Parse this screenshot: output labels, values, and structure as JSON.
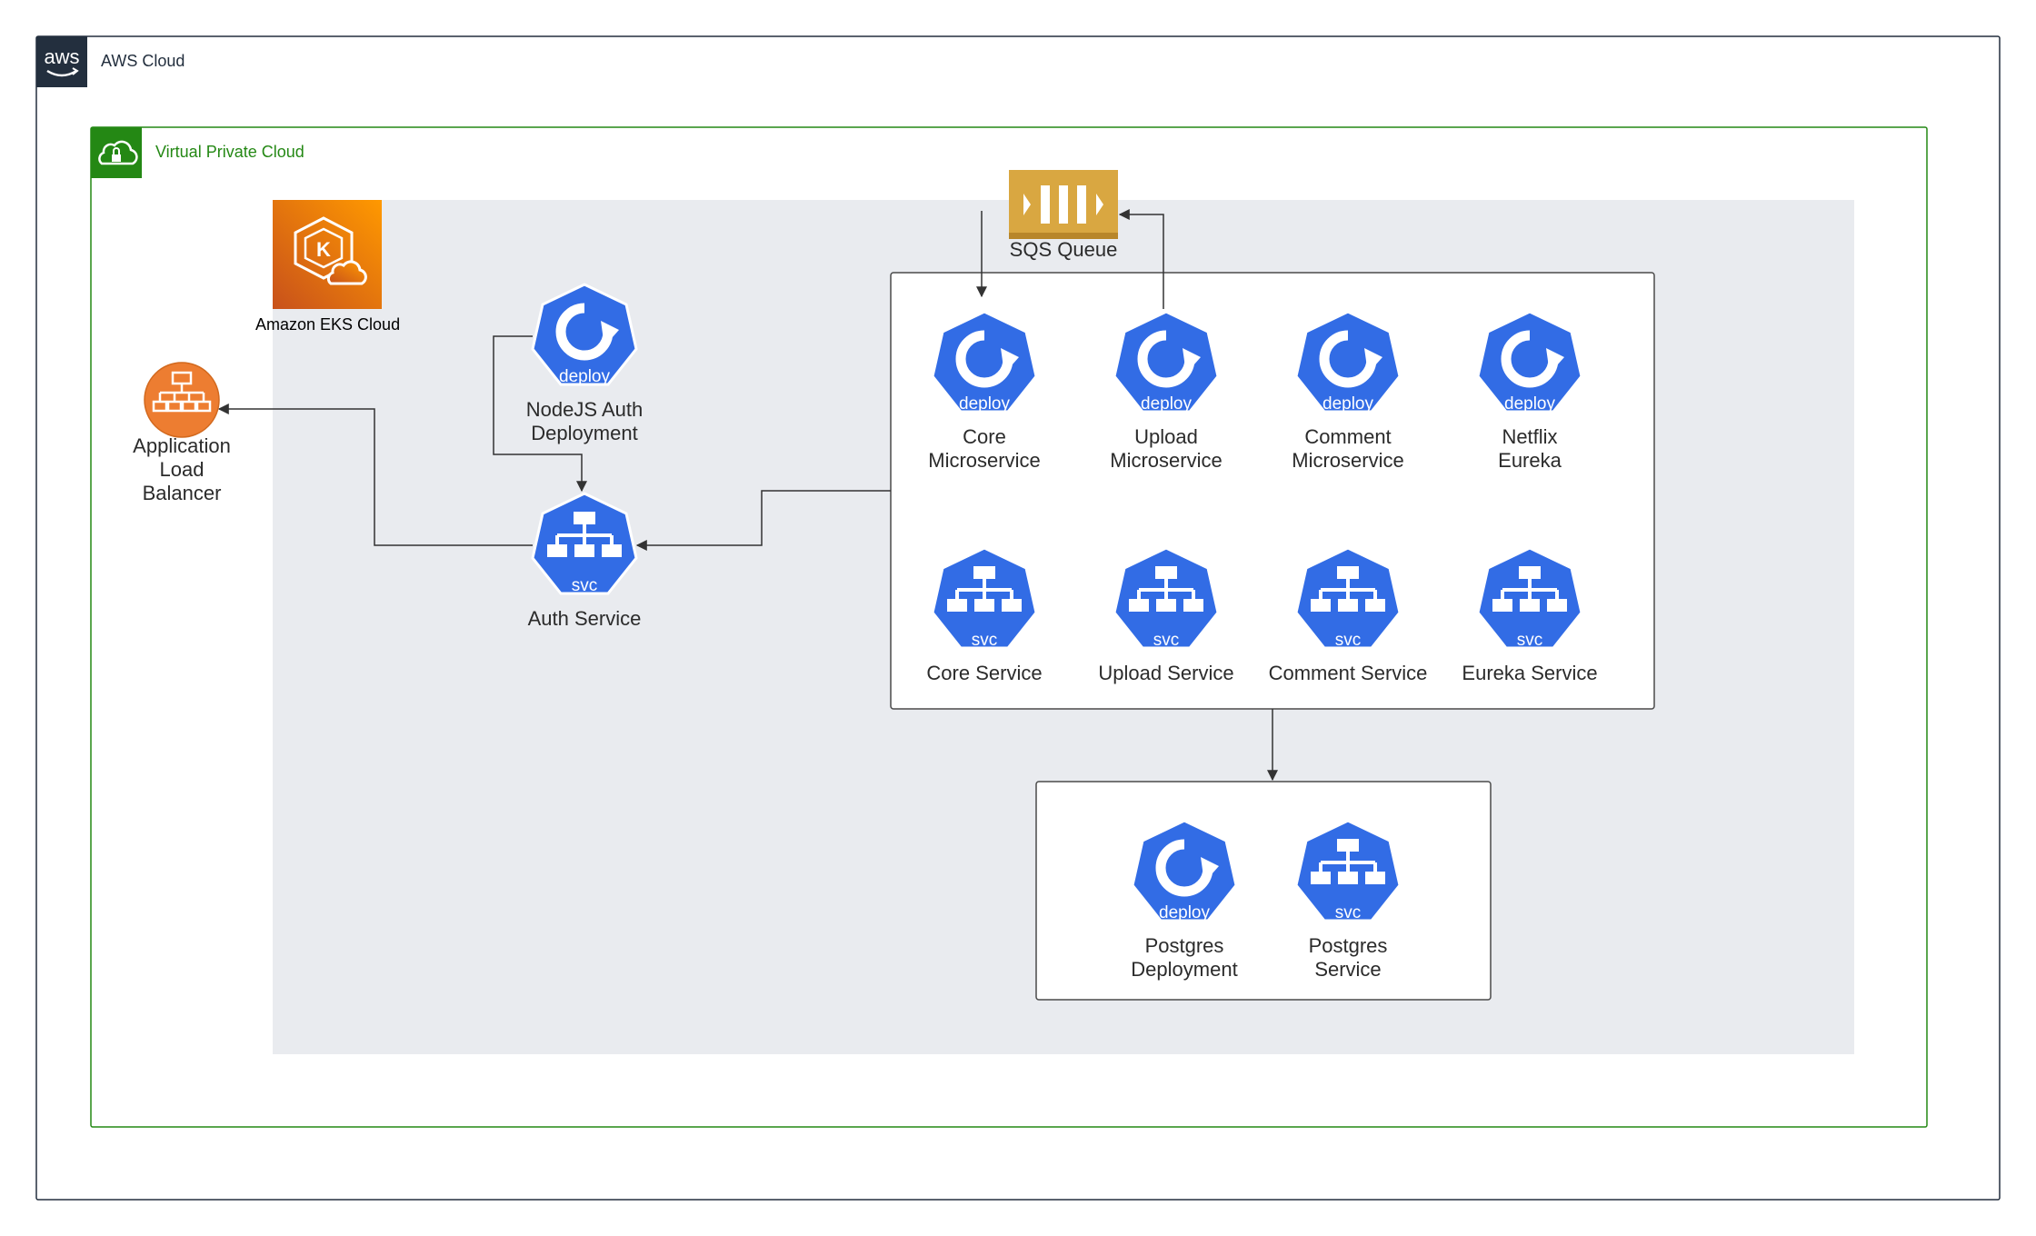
{
  "aws_cloud": {
    "label": "AWS Cloud",
    "logo_text": "aws"
  },
  "vpc": {
    "label": "Virtual Private Cloud"
  },
  "eks": {
    "label": "Amazon EKS Cloud"
  },
  "sqs": {
    "label": "SQS Queue"
  },
  "alb": {
    "label": "Application\nLoad\nBalancer"
  },
  "auth": {
    "deployment_label": "NodeJS Auth\nDeployment",
    "service_label": "Auth Service"
  },
  "microservices": {
    "deployments": [
      {
        "label": "Core\nMicroservice"
      },
      {
        "label": "Upload\nMicroservice"
      },
      {
        "label": "Comment\nMicroservice"
      },
      {
        "label": "Netflix\nEureka"
      }
    ],
    "services": [
      {
        "label": "Core Service"
      },
      {
        "label": "Upload Service"
      },
      {
        "label": "Comment Service"
      },
      {
        "label": "Eureka Service"
      }
    ]
  },
  "database": {
    "deployment_label": "Postgres\nDeployment",
    "service_label": "Postgres\nService"
  },
  "icon_badges": {
    "deploy": "deploy",
    "svc": "svc"
  },
  "colors": {
    "aws_border": "#232f3e",
    "vpc_green": "#248814",
    "eks_area": "#e9ebef",
    "k8s_blue": "#326ce5",
    "alb_orange": "#ed7d31",
    "sqs_gold": "#d9a741",
    "eks_orange": "#e8681a"
  }
}
